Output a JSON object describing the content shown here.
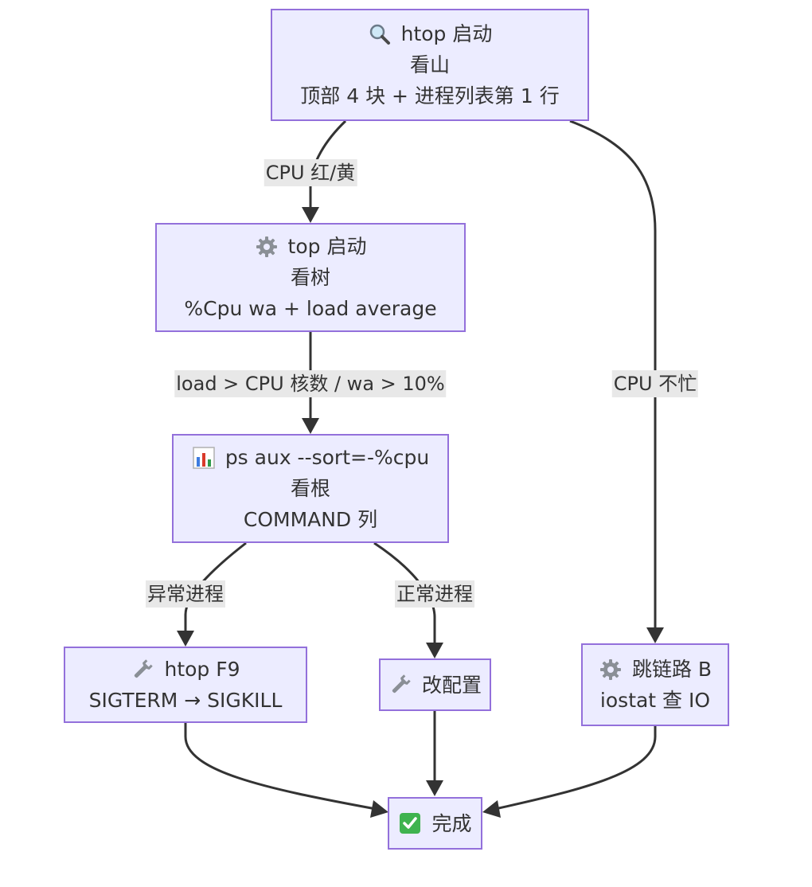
{
  "colors": {
    "node_fill": "#ececff",
    "node_border": "#9370db",
    "edge": "#333333",
    "edge_label_bg": "#e8e8e8",
    "text": "#333333"
  },
  "nodes": {
    "htop": {
      "icon": "magnifier-icon",
      "title": "htop 启动",
      "line2": "看山",
      "line3": "顶部 4 块 + 进程列表第 1 行"
    },
    "top": {
      "icon": "gear-icon",
      "title": "top 启动",
      "line2": "看树",
      "line3": "%Cpu wa + load average"
    },
    "ps": {
      "icon": "bar-chart-icon",
      "title": "ps aux --sort=-%cpu",
      "line2": "看根",
      "line3": "COMMAND 列"
    },
    "kill": {
      "icon": "wrench-icon",
      "title": "htop F9",
      "line2": "SIGTERM → SIGKILL"
    },
    "config": {
      "icon": "wrench-icon",
      "title": "改配置"
    },
    "jump": {
      "icon": "gear-icon",
      "title": "跳链路 B",
      "line2": "iostat 查 IO"
    },
    "done": {
      "icon": "check-mark-icon",
      "title": "完成"
    }
  },
  "edges": [
    {
      "from": "htop",
      "to": "top",
      "label": "CPU 红/黄"
    },
    {
      "from": "htop",
      "to": "jump",
      "label": "CPU 不忙"
    },
    {
      "from": "top",
      "to": "ps",
      "label": "load > CPU 核数 / wa > 10%"
    },
    {
      "from": "ps",
      "to": "kill",
      "label": "异常进程"
    },
    {
      "from": "ps",
      "to": "config",
      "label": "正常进程"
    },
    {
      "from": "kill",
      "to": "done",
      "label": ""
    },
    {
      "from": "config",
      "to": "done",
      "label": ""
    },
    {
      "from": "jump",
      "to": "done",
      "label": ""
    }
  ]
}
